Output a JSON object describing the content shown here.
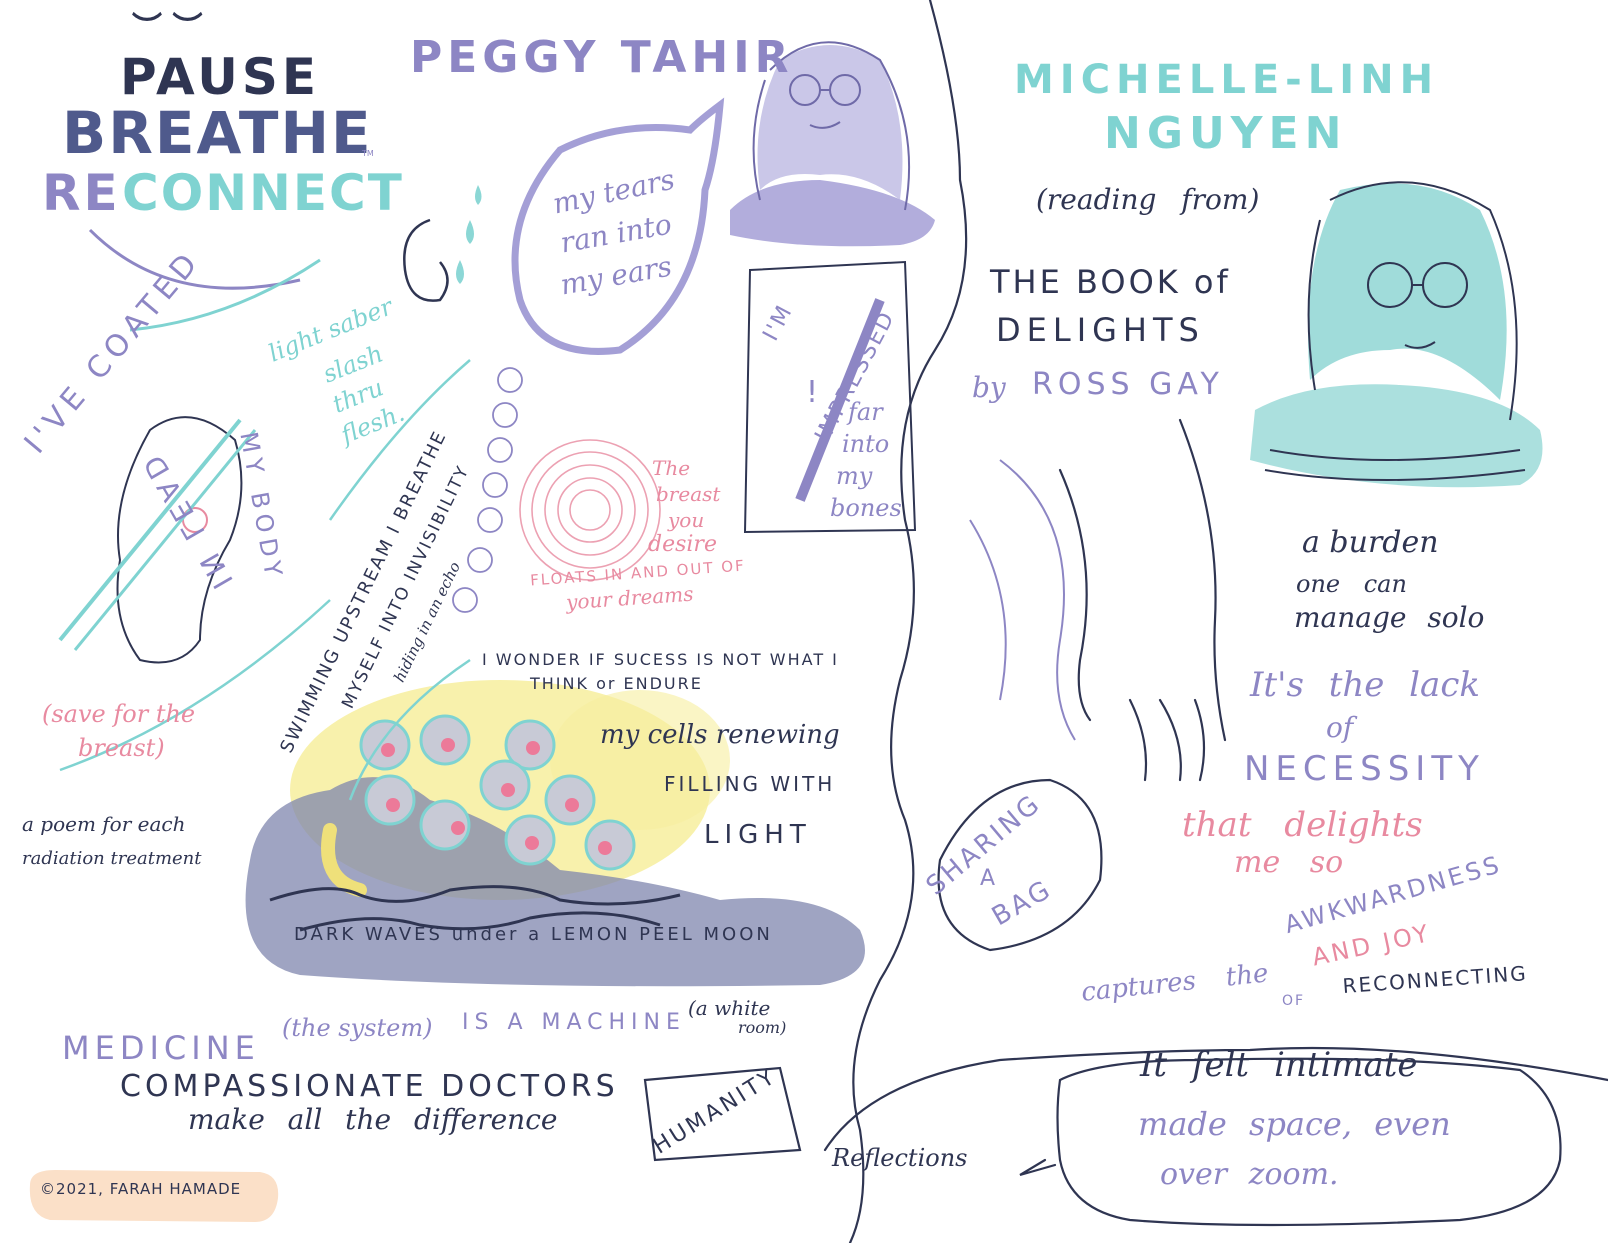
{
  "header": {
    "eyes": "︶ ︶",
    "title_line1": "PAUSE",
    "title_line2": "BREATHE",
    "title_line3_prefix": "RE",
    "title_line3_suffix": "CONNECT",
    "tm": "TM"
  },
  "speaker1": {
    "name": "PEGGY TAHIR",
    "tears_bubble": [
      "my tears",
      "ran into",
      "my ears"
    ],
    "impressed": [
      "I'M",
      "IMPRESSED",
      "!"
    ],
    "far_into_bones": [
      "far",
      "into",
      "my",
      "bones"
    ],
    "light_saber": [
      "light saber",
      "slash",
      "thru",
      "flesh."
    ],
    "coated": "I'VE COATED",
    "my_body": "MY BODY",
    "in_lead": "IN LEAD",
    "save_breast": [
      "(save for the",
      "breast)"
    ],
    "swimming": "SWIMMING UPSTREAM I BREATHE",
    "invisibility": "MYSELF INTO INVISIBILITY",
    "hiding": "hiding in an echo",
    "breast_desire": [
      "The",
      "breast",
      "you",
      "desire"
    ],
    "floats": [
      "FLOATS IN AND OUT OF",
      "your dreams"
    ],
    "wonder": [
      "I WONDER IF SUCESS IS NOT WHAT I",
      "THINK   or   ENDURE"
    ],
    "cells": "my cells renewing",
    "filling": "FILLING WITH",
    "light": "LIGHT",
    "poem_each": [
      "a poem for each",
      "radiation treatment"
    ],
    "dark_waves": "DARK WAVES under a LEMON PEEL MOON",
    "medicine": "MEDICINE",
    "the_system": "(the system)",
    "is_a_machine": "IS A MACHINE",
    "white_room": [
      "(a white",
      "room)"
    ],
    "compassionate": "COMPASSIONATE DOCTORS",
    "difference": "make all the difference",
    "humanity": "HUMANITY"
  },
  "speaker2": {
    "name_line1": "MICHELLE-LINH",
    "name_line2": "NGUYEN",
    "reading_from": "(reading from)",
    "book_line1": "THE BOOK of",
    "book_line2": "DELIGHTS",
    "by": "by",
    "author": "ROSS GAY",
    "burden": [
      "a burden",
      "one can",
      "manage solo"
    ],
    "lack": [
      "It's the lack",
      "of"
    ],
    "necessity": "NECESSITY",
    "delights": [
      "that delights",
      "me so"
    ],
    "sharing": [
      "SHARING",
      "A",
      "BAG"
    ],
    "awkwardness": "AWKWARDNESS",
    "and_joy": "AND JOY",
    "captures": "captures the",
    "of": "OF",
    "reconnecting": "RECONNECTING"
  },
  "reflections": {
    "label": "Reflections",
    "bubble": [
      "It felt intimate",
      "made space, even",
      "over zoom."
    ]
  },
  "footer": {
    "credit": "©2021, FARAH HAMADE"
  },
  "colors": {
    "navy": "#2f3552",
    "lavender": "#8d86c4",
    "teal": "#7fd3d1",
    "pink": "#e88aa0",
    "yellow": "#f7ef9e",
    "peach": "#fbe0c8"
  }
}
